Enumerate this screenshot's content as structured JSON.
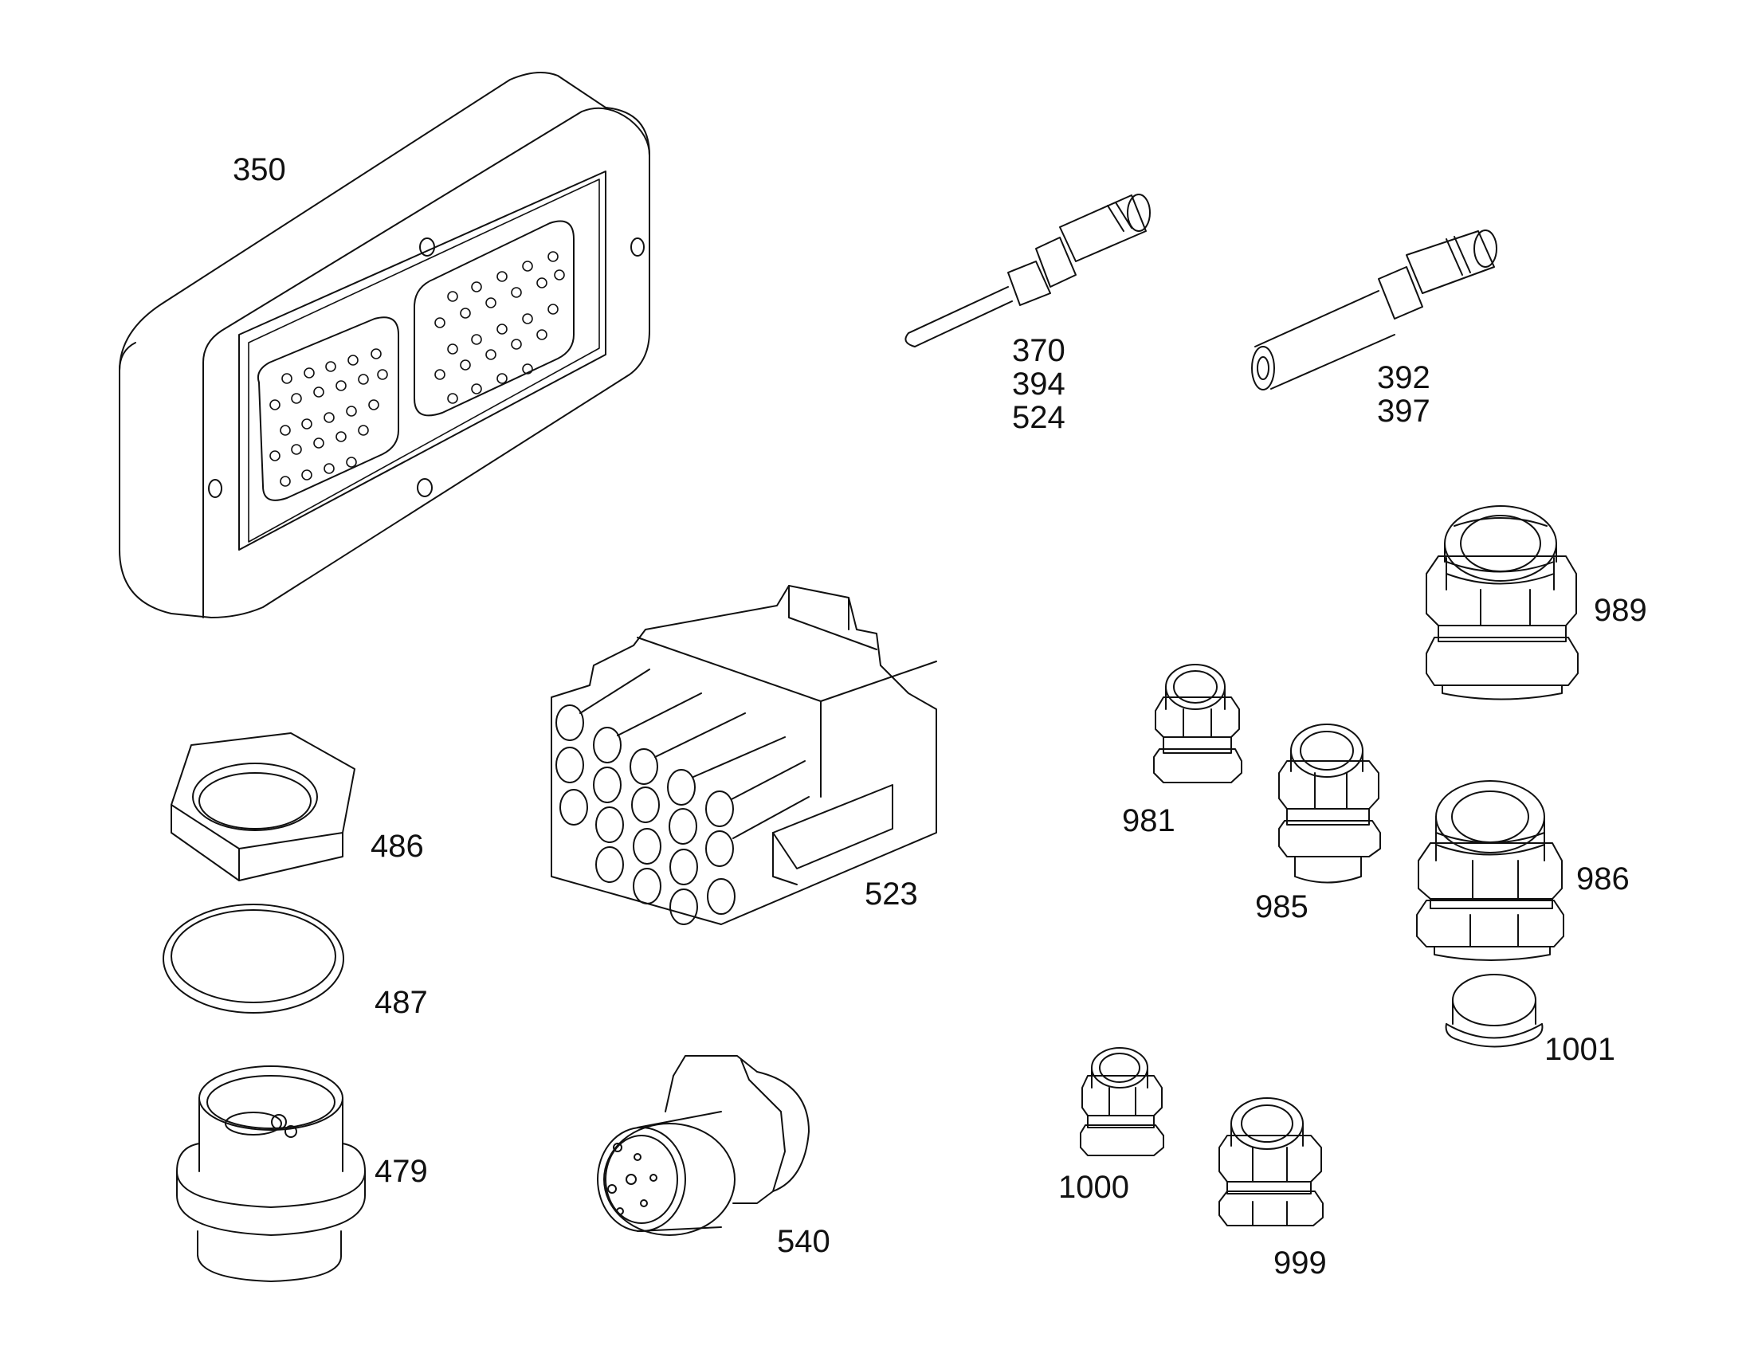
{
  "parts": {
    "p350": "350",
    "p370_394_524": [
      "370",
      "394",
      "524"
    ],
    "p392_397": [
      "392",
      "397"
    ],
    "p486": "486",
    "p487": "487",
    "p479": "479",
    "p523": "523",
    "p540": "540",
    "p981": "981",
    "p985": "985",
    "p986": "986",
    "p989": "989",
    "p1000": "1000",
    "p999": "999",
    "p1001": "1001"
  }
}
